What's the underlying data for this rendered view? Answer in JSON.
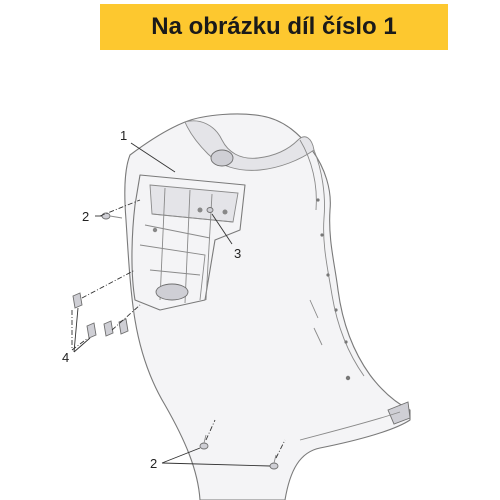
{
  "banner": {
    "text": "Na obrázku díl číslo 1",
    "background": "#fdc82f"
  },
  "callouts": {
    "part_1": "1",
    "part_2_top": "2",
    "part_3": "3",
    "part_4": "4",
    "part_2_bottom": "2"
  }
}
